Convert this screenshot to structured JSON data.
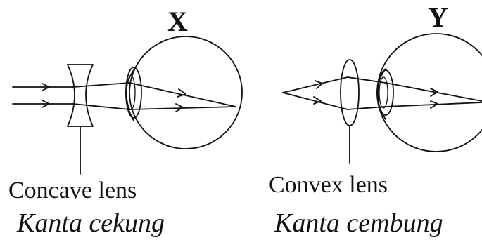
{
  "diagram": {
    "left": {
      "title": "X",
      "caption_en": "Concave lens",
      "caption_my": "Kanta cekung"
    },
    "right": {
      "title": "Y",
      "caption_en": "Convex lens",
      "caption_my": "Kanta cembung"
    }
  }
}
